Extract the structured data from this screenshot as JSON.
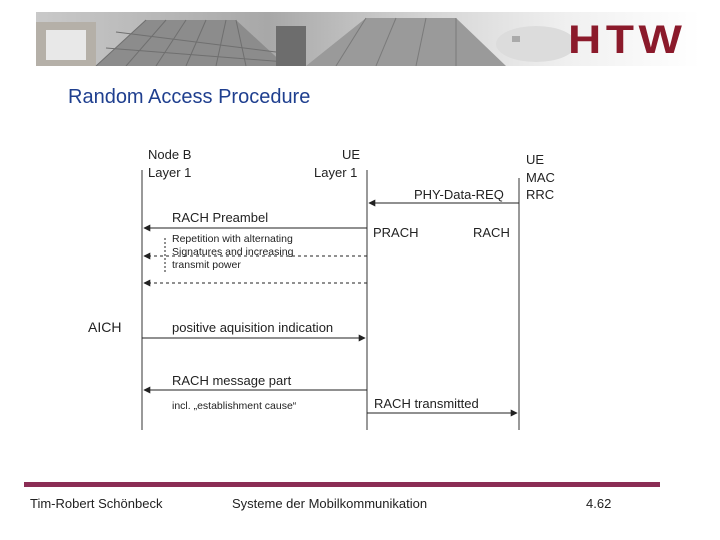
{
  "title": "Random Access Procedure",
  "banner": {
    "logo_text": "HTW"
  },
  "diagram": {
    "node_b": "Node B",
    "node_b_layer": "Layer 1",
    "ue": "UE",
    "ue_layer": "Layer 1",
    "ue_mac_rrc": [
      "UE",
      "MAC",
      "RRC"
    ],
    "phy_data_req": "PHY-Data-REQ",
    "rach_preambel": "RACH Preambel",
    "prach": "PRACH",
    "rach": "RACH",
    "repetition_note": [
      "Repetition with alternating",
      "Signatures and increasing",
      "transmit power"
    ],
    "aich": "AICH",
    "positive_indication": "positive aquisition indication",
    "rach_message_part": "RACH message part",
    "establishment_cause": "incl. „establishment cause“",
    "rach_transmitted": "RACH transmitted"
  },
  "footer": {
    "author": "Tim-Robert Schönbeck",
    "course": "Systeme der Mobilkommunikation",
    "page": "4.62"
  }
}
